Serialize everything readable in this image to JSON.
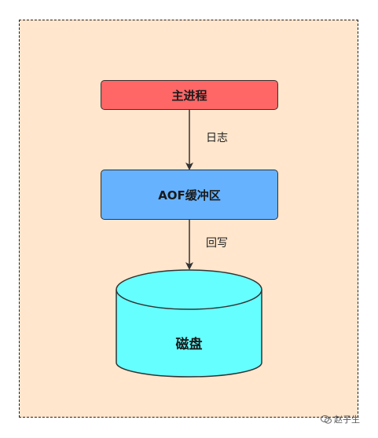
{
  "diagram": {
    "nodes": {
      "main_process": "主进程",
      "aof_buffer": "AOF缓冲区",
      "disk": "磁盘"
    },
    "edges": {
      "log": "日志",
      "write_back": "回写"
    },
    "colors": {
      "frame_fill": "#ffe6cc",
      "main_process_fill": "#ff6666",
      "aof_buffer_fill": "#66b2ff",
      "disk_fill": "#66ffff"
    }
  },
  "watermark": {
    "text": "赵子生"
  }
}
